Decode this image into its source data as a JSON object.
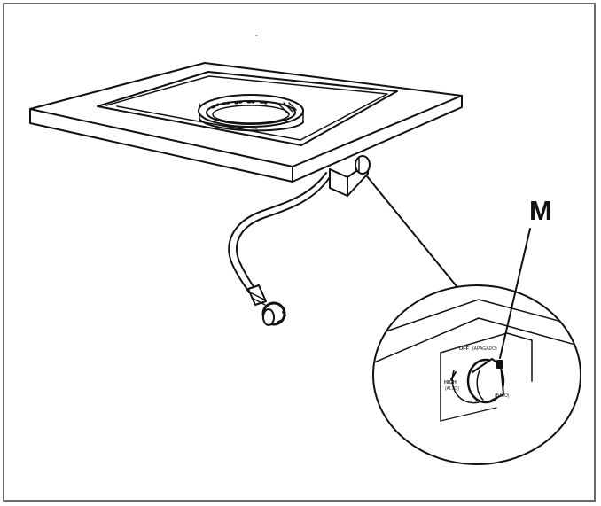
{
  "diagram": {
    "callout_label": "M",
    "knob_labels": {
      "off": "OFF",
      "off_spanish": "(APAGADO)",
      "high": "HIGH",
      "high_spanish": "(ALTO)",
      "low_spanish": "(BAJO)"
    }
  }
}
